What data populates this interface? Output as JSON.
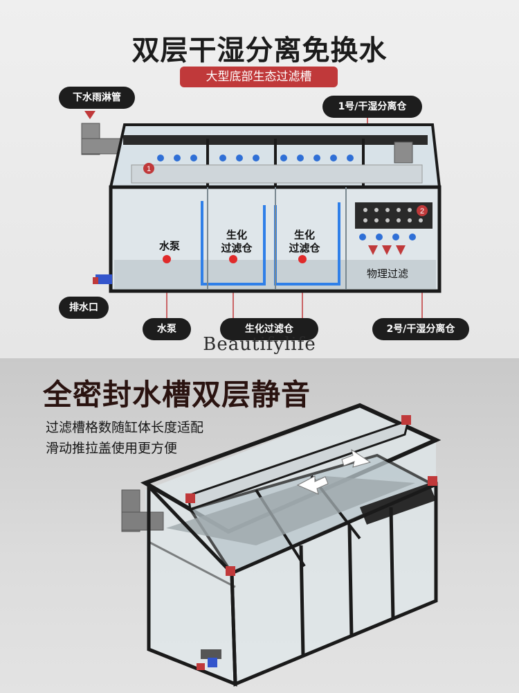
{
  "top": {
    "title": "双层干湿分离免换水",
    "subtitle": "大型底部生态过滤槽",
    "labels": {
      "rain_pipe": "下水雨淋管",
      "chamber1": "1号/干湿分离仓",
      "drain": "排水口",
      "pump": "水泵",
      "bio": "生化过滤仓",
      "chamber2": "2号/干湿分离仓"
    },
    "inner": {
      "pump": "水泵",
      "bio1_line1": "生化",
      "bio1_line2": "过滤仓",
      "bio2_line1": "生化",
      "bio2_line2": "过滤仓",
      "physical": "物理过滤"
    },
    "markers": [
      "1",
      "2"
    ]
  },
  "brand": "Beautifylife",
  "bottom": {
    "title": "全密封水槽双层静音",
    "desc_line1": "过滤槽格数随缸体长度适配",
    "desc_line2": "滑动推拉盖使用更方便"
  },
  "colors": {
    "accent_red": "#c0393a",
    "tag_bg": "#1d1d1d",
    "frame": "#1a1a1a",
    "water_drop": "#2f6fd6",
    "pipe_blue": "#2f7fe8"
  }
}
